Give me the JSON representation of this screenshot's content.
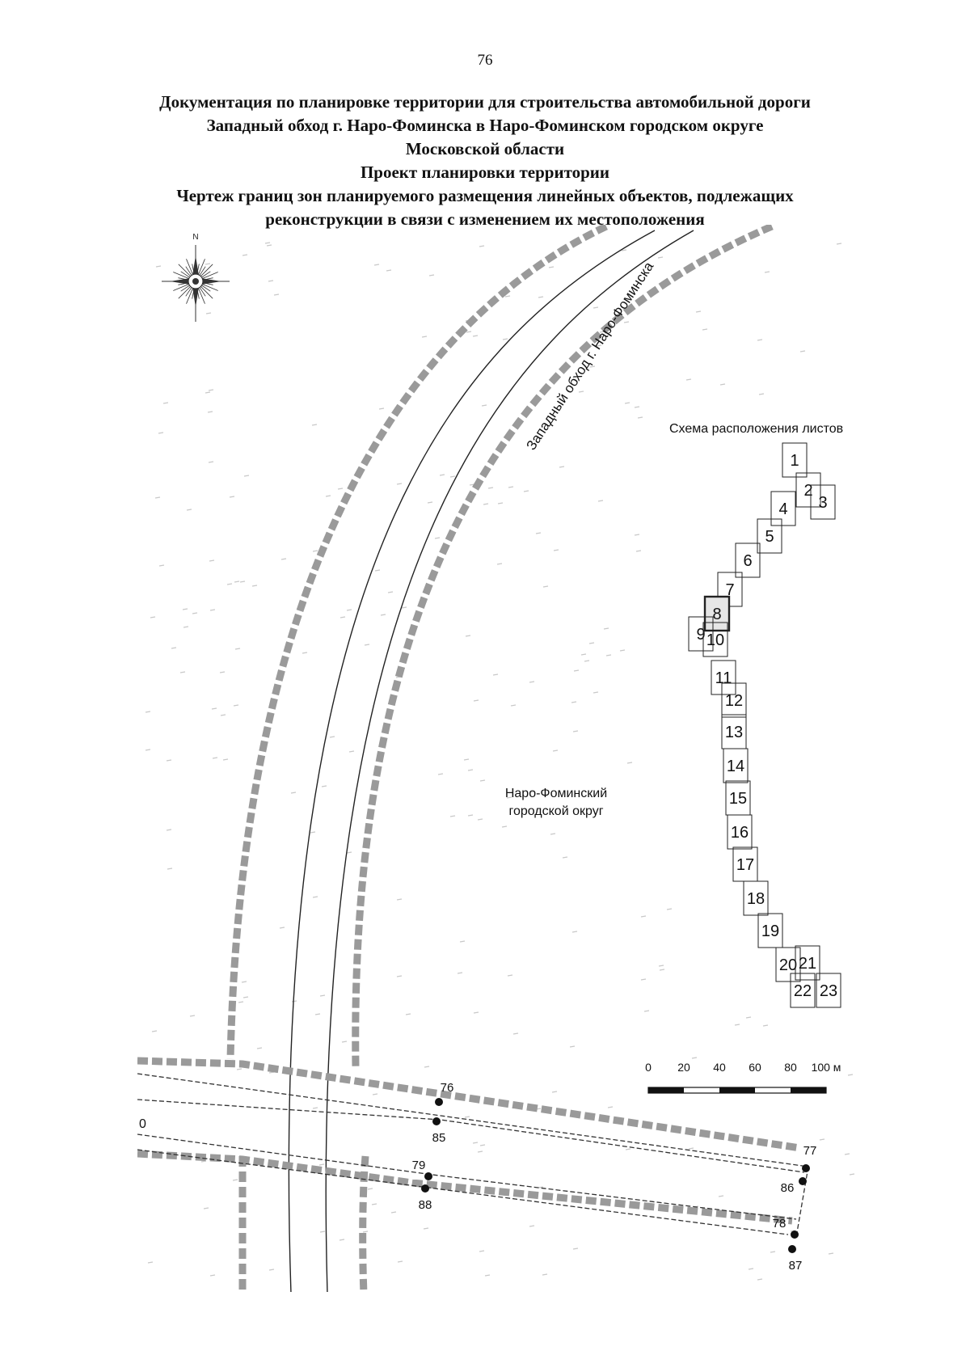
{
  "page_number": "76",
  "title_lines": [
    "Документация по планировке территории для строительства автомобильной дороги",
    "Западный обход г. Наро-Фоминска в Наро-Фоминском городском округе",
    "Московской области",
    "Проект планировки территории",
    "Чертеж границ зон планируемого размещения линейных объектов, подлежащих",
    "реконструкции в связи с изменением их местоположения"
  ],
  "compass": {
    "north_label": "N",
    "icon": "compass-rose-icon"
  },
  "road_label": "Западный обход г. Наро-Фоминска",
  "district_label": [
    "Наро-Фоминский",
    "городской округ"
  ],
  "edge_label": "0",
  "sheet_scheme": {
    "title": "Схема расположения листов",
    "sheets": [
      "1",
      "2",
      "3",
      "4",
      "5",
      "6",
      "7",
      "8",
      "9",
      "10",
      "11",
      "12",
      "13",
      "14",
      "15",
      "16",
      "17",
      "18",
      "19",
      "20",
      "21",
      "22",
      "23"
    ],
    "current_sheet": "8"
  },
  "scale_bar": {
    "labels": [
      "0",
      "20",
      "40",
      "60",
      "80",
      "100 м"
    ]
  },
  "boundary_points": [
    "76",
    "85",
    "77",
    "86",
    "79",
    "88",
    "78",
    "87"
  ],
  "colors": {
    "text": "#111111",
    "hatch": "#9a9a9a",
    "line": "#222222"
  }
}
